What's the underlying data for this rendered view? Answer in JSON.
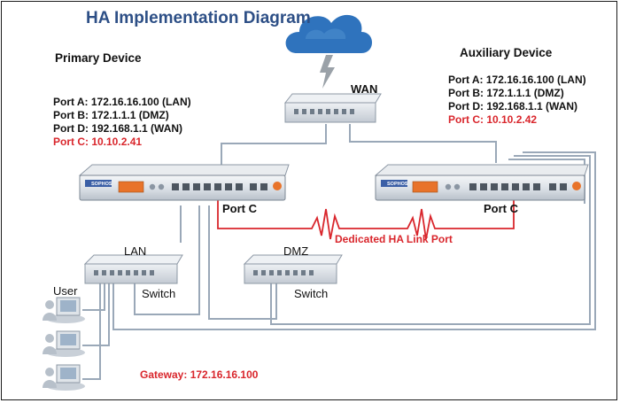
{
  "title": "HA Implementation Diagram",
  "primary": {
    "heading": "Primary Device",
    "port_a": "Port A: 172.16.16.100 (LAN)",
    "port_b": "Port B: 172.1.1.1 (DMZ)",
    "port_d": "Port D: 192.168.1.1 (WAN)",
    "port_c": "Port C: 10.10.2.41",
    "port_c_label": "Port C"
  },
  "auxiliary": {
    "heading": "Auxiliary Device",
    "port_a": "Port A: 172.16.16.100 (LAN)",
    "port_b": "Port B: 172.1.1.1 (DMZ)",
    "port_d": "Port D: 192.168.1.1 (WAN)",
    "port_c": "Port C: 10.10.2.42",
    "port_c_label": "Port C"
  },
  "wan_label": "WAN",
  "ha_link_label": "Dedicated HA Link Port",
  "lan_label": "LAN",
  "dmz_label": "DMZ",
  "switch_label_lan": "Switch",
  "switch_label_dmz": "Switch",
  "user_label": "User",
  "gateway": "Gateway: 172.16.16.100",
  "device_brand": "SOPHOS",
  "colors": {
    "title": "#2d4f86",
    "accent_red": "#d9262c",
    "cloud": "#2f73bd",
    "cable": "#9aa8b8"
  },
  "icons": [
    "cloud-icon",
    "lightning-icon",
    "firewall-appliance-icon",
    "network-switch-icon",
    "user-computer-icon"
  ]
}
